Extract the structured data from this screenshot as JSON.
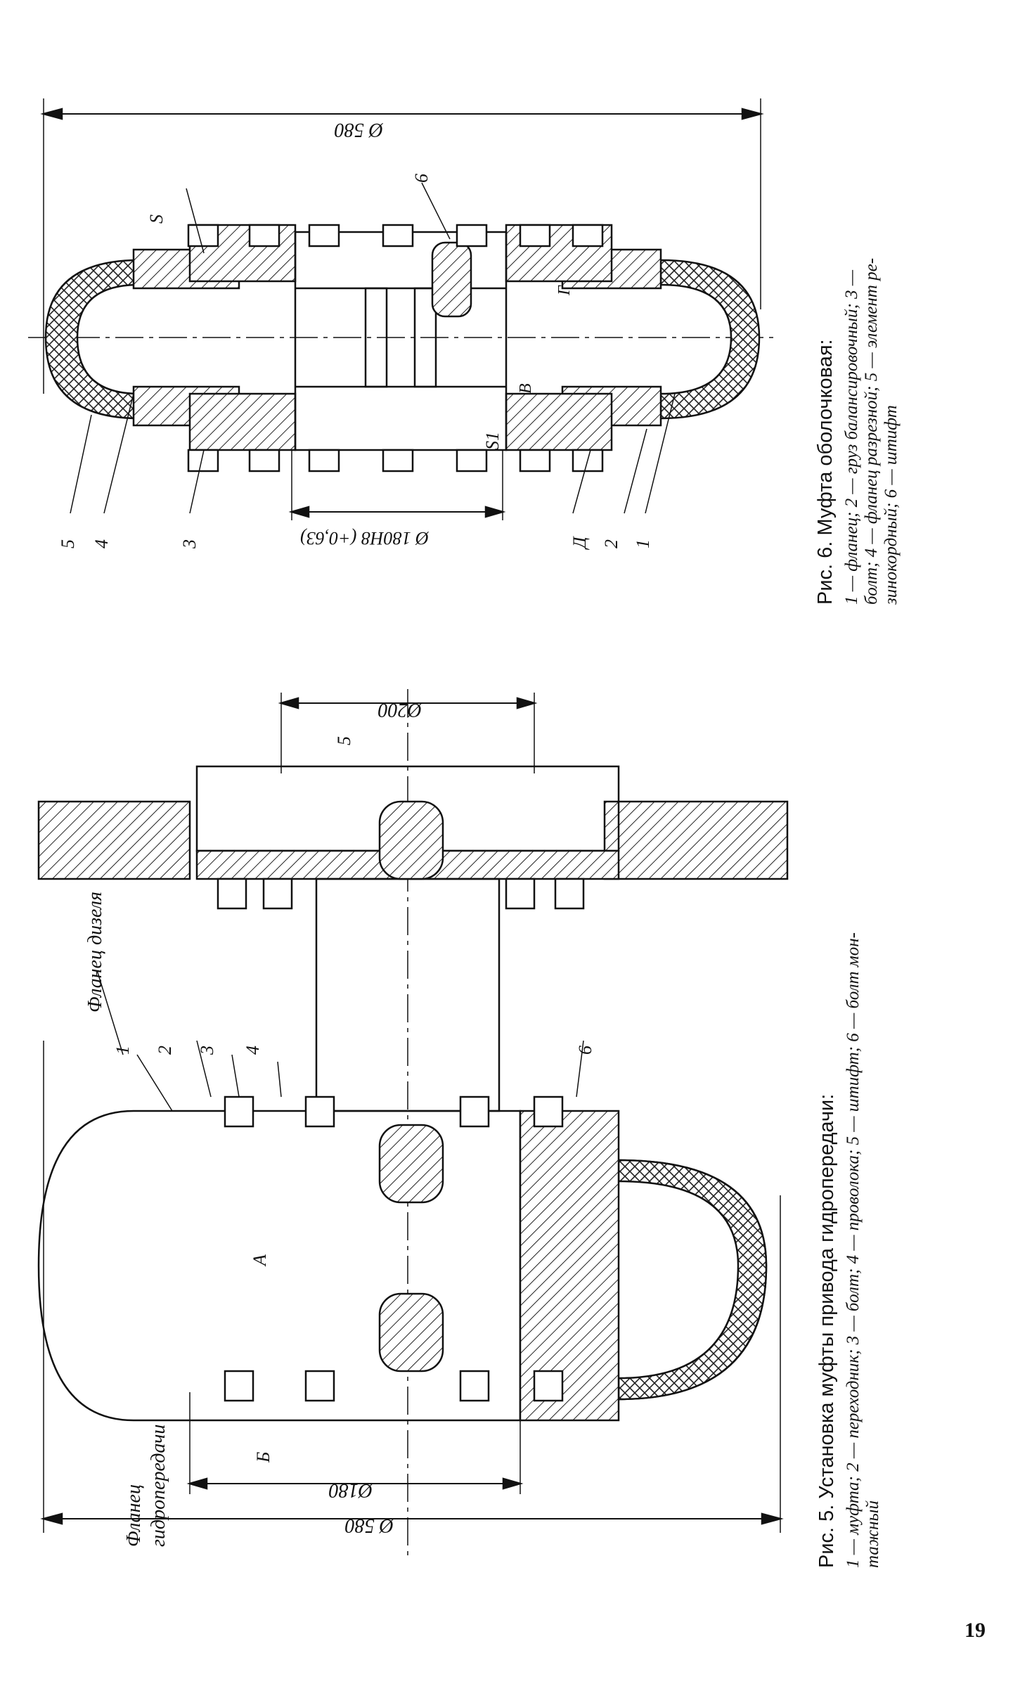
{
  "figure6": {
    "title": "Рис. 6. Муфта оболочковая:",
    "legend_line1": "1 — фланец; 2 — груз балансировочный; 3 —",
    "legend_line2": "болт; 4 — фланец разрезной; 5 — элемент ре-",
    "legend_line3": "зинокордный; 6 — штифт",
    "dim_outer": "Ø 580",
    "dim_bore": "Ø 180H8 (+0,63)",
    "label_s": "S",
    "label_s1": "S1",
    "labels": [
      "1",
      "2",
      "3",
      "4",
      "5",
      "6",
      "Д",
      "В",
      "Г"
    ]
  },
  "figure5": {
    "title": "Рис. 5. Установка муфты привода гидропередачи:",
    "legend_line1": "1 — муфта; 2 — переходник; 3 — болт; 4 — проволока; 5 — штифт; 6 — болт мон-",
    "legend_line2": "тажный",
    "dim_outer": "Ø 580",
    "dim_180": "Ø180",
    "dim_200": "Ø200",
    "flange_diesel": "Фланец дизеля",
    "flange_hydro_line1": "Фланец",
    "flange_hydro_line2": "гидропередачи",
    "label_a": "А",
    "label_b": "Б",
    "labels": [
      "1",
      "2",
      "3",
      "4",
      "5",
      "6"
    ]
  },
  "page_number": "19"
}
